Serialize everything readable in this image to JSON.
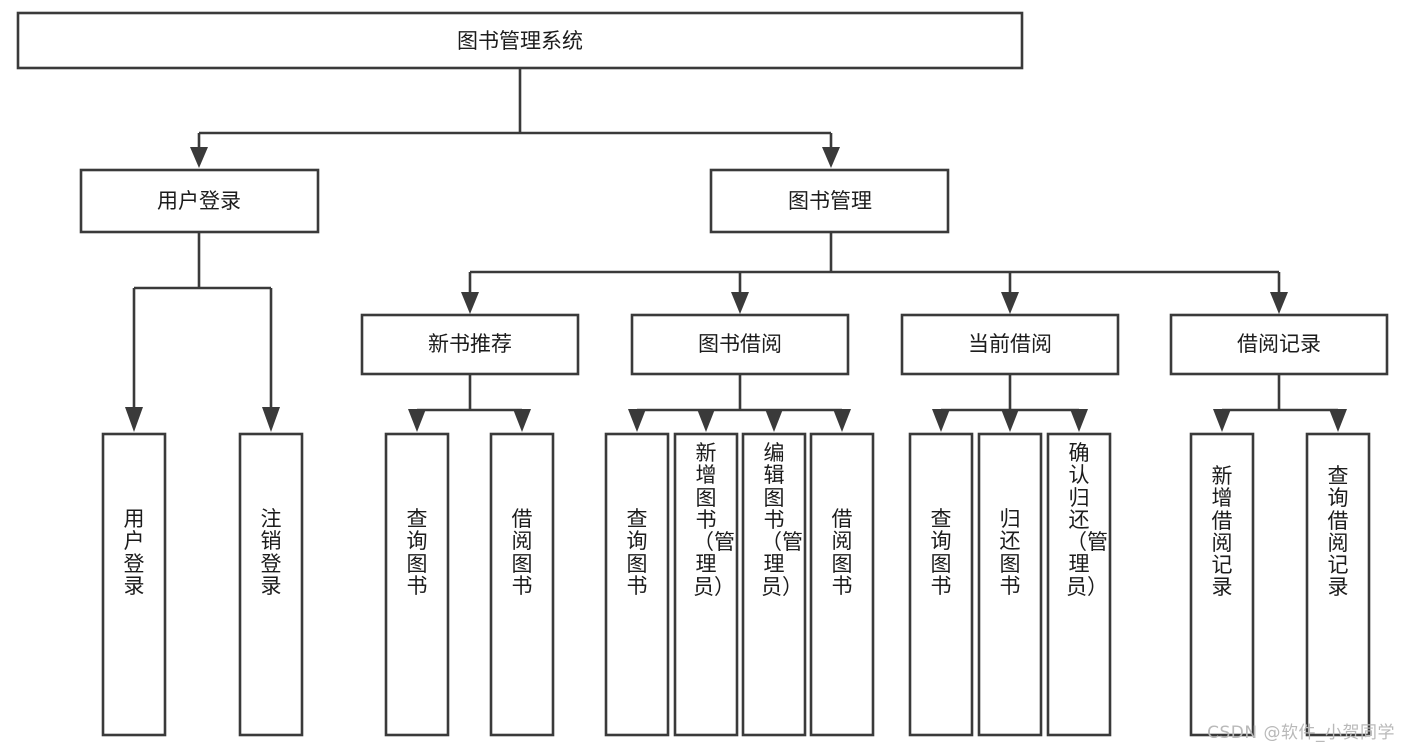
{
  "diagram": {
    "title": "图书管理系统",
    "type": "tree-hierarchy-chart",
    "colors": {
      "box_stroke": "#3a3a3a",
      "box_fill": "#ffffff",
      "text": "#1c1c1c",
      "background": "#ffffff",
      "watermark": "#b9b9b9"
    },
    "root": {
      "label": "图书管理系统"
    },
    "level2": [
      {
        "label": "用户登录"
      },
      {
        "label": "图书管理"
      }
    ],
    "level3": [
      {
        "label": "新书推荐"
      },
      {
        "label": "图书借阅"
      },
      {
        "label": "当前借阅"
      },
      {
        "label": "借阅记录"
      }
    ],
    "leaves": {
      "user_login": [
        {
          "label": "用户登录"
        },
        {
          "label": "注销登录"
        }
      ],
      "new_book_recommend": [
        {
          "label": "查询图书"
        },
        {
          "label": "借阅图书"
        }
      ],
      "book_borrow": [
        {
          "label": "查询图书"
        },
        {
          "label": "新增图书（管理员）"
        },
        {
          "label": "编辑图书（管理员）"
        },
        {
          "label": "借阅图书"
        }
      ],
      "current_borrow": [
        {
          "label": "查询图书"
        },
        {
          "label": "归还图书"
        },
        {
          "label": "确认归还（管理员）"
        }
      ],
      "borrow_record": [
        {
          "label": "新增借阅记录"
        },
        {
          "label": "查询借阅记录"
        }
      ]
    }
  },
  "watermark": {
    "text": "CSDN @软件_小贺同学"
  }
}
